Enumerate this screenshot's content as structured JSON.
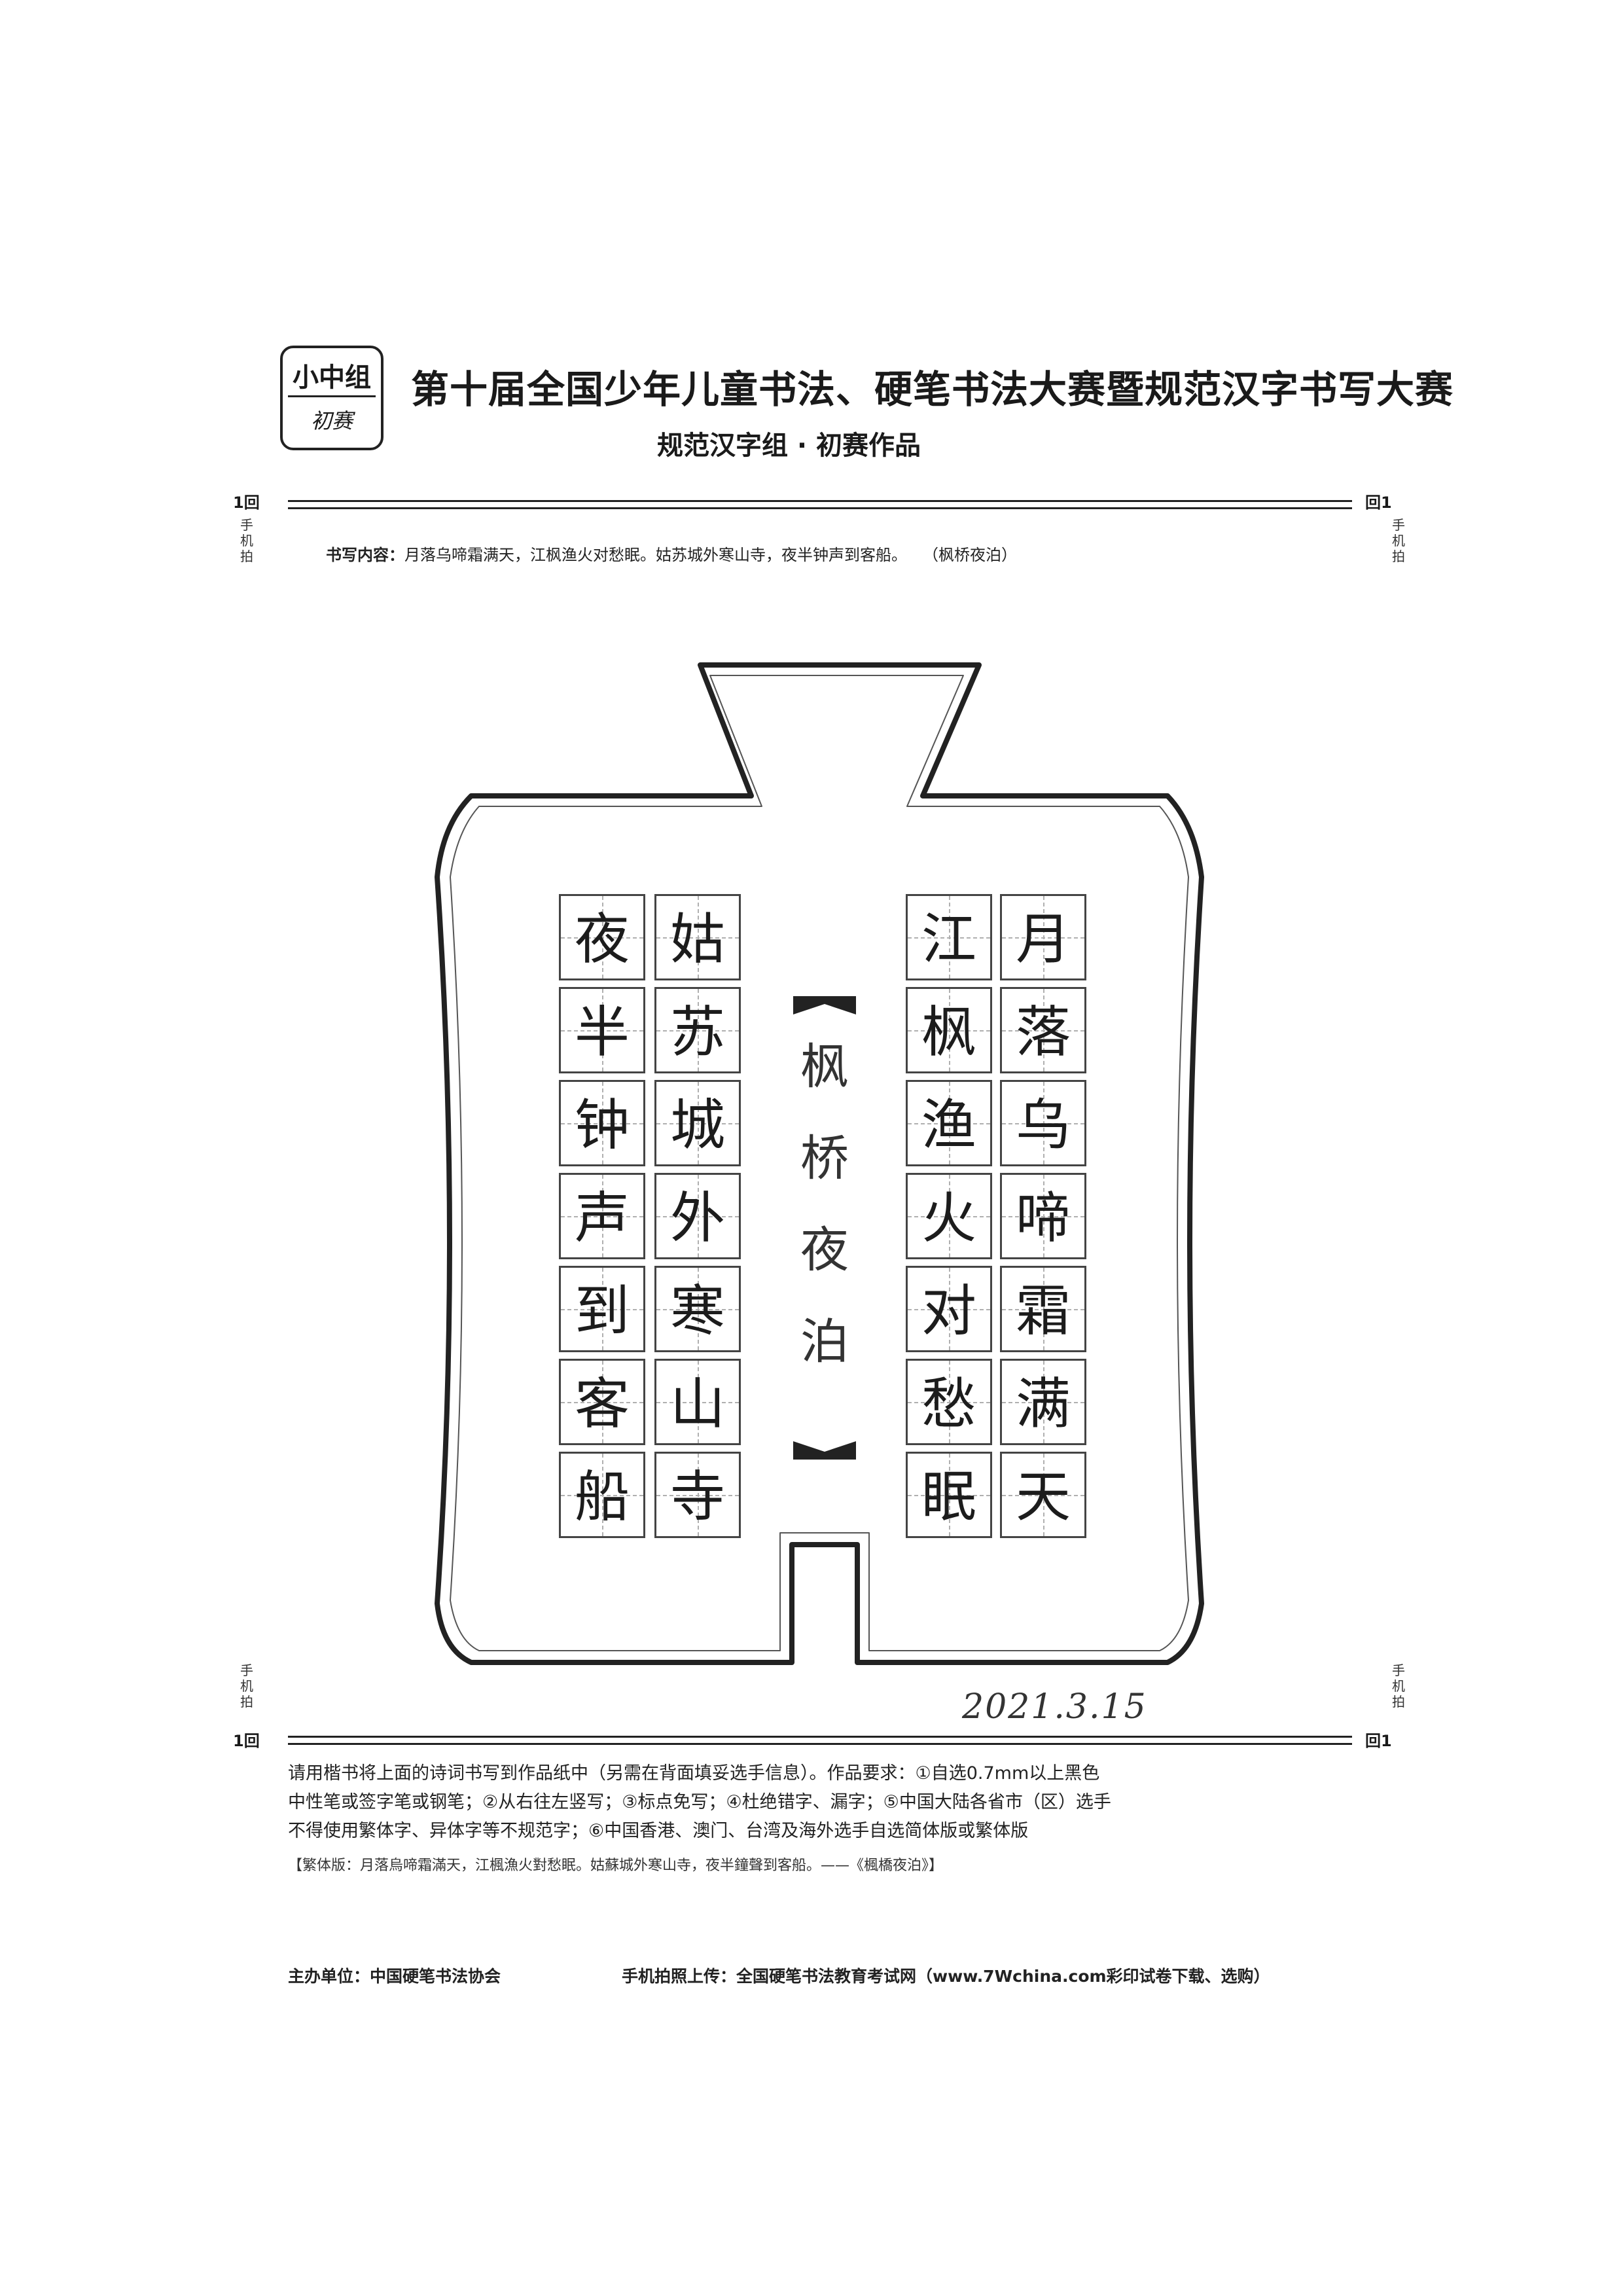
{
  "header": {
    "group": "小中组",
    "stage": "初赛",
    "title": "第十届全国少年儿童书法、硬笔书法大赛暨规范汉字书写大赛",
    "subtitle": "规范汉字组 · 初赛作品"
  },
  "marks": {
    "top_left": "1回",
    "top_right": "回1",
    "bottom_left": "1回",
    "bottom_right": "回1",
    "side_text": "手机拍"
  },
  "content": {
    "label": "书写内容：",
    "text": "月落乌啼霜满天，江枫渔火对愁眠。姑苏城外寒山寺，夜半钟声到客船。",
    "ref": "（枫桥夜泊）"
  },
  "poem": {
    "title_chars": [
      "枫",
      "桥",
      "夜",
      "泊"
    ],
    "columns": [
      [
        "月",
        "落",
        "乌",
        "啼",
        "霜",
        "满",
        "天"
      ],
      [
        "江",
        "枫",
        "渔",
        "火",
        "对",
        "愁",
        "眠"
      ],
      [
        "姑",
        "苏",
        "城",
        "外",
        "寒",
        "山",
        "寺"
      ],
      [
        "夜",
        "半",
        "钟",
        "声",
        "到",
        "客",
        "船"
      ]
    ]
  },
  "date": "2021.3.15",
  "instructions": {
    "line1": "请用楷书将上面的诗词书写到作品纸中（另需在背面填妥选手信息）。作品要求：①自选0.7mm以上黑色",
    "line2": "中性笔或签字笔或钢笔；②从右往左竖写；③标点免写；④杜绝错字、漏字；⑤中国大陆各省市（区）选手",
    "line3": "不得使用繁体字、异体字等不规范字；⑥中国香港、澳门、台湾及海外选手自选简体版或繁体版",
    "traditional": "【繁体版：月落烏啼霜滿天，江楓漁火對愁眠。姑蘇城外寒山寺，夜半鐘聲到客船。——《楓橋夜泊》】"
  },
  "footer": {
    "organizer": "主办单位：中国硬笔书法协会",
    "upload": "手机拍照上传：全国硬笔书法教育考试网（www.7Wchina.com彩印试卷下载、选购）"
  }
}
